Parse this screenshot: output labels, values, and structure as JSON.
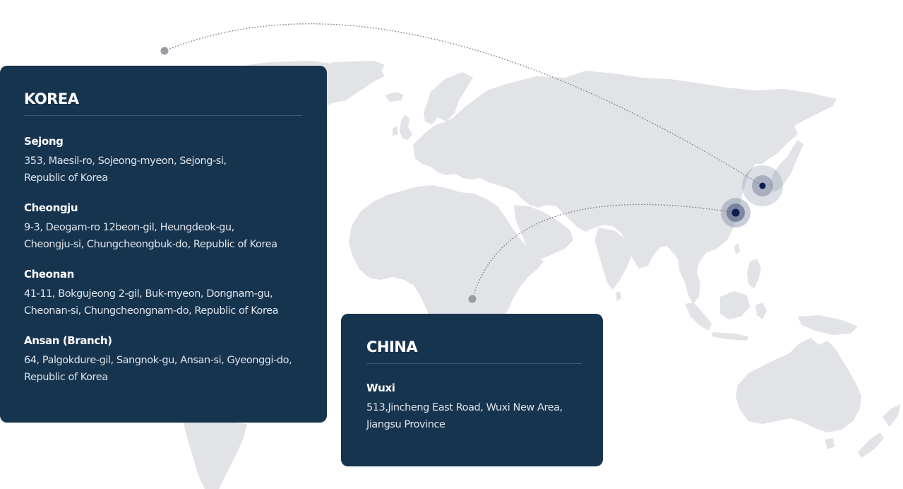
{
  "colors": {
    "card_background": "#17344f",
    "land": "#e2e3e7",
    "connector": "#888888",
    "marker_core": "#0c1e4f",
    "marker_halo": "#7f879f"
  },
  "korea": {
    "title": "KOREA",
    "offices": [
      {
        "name": "Sejong",
        "address_line1": "353, Maesil-ro, Sojeong-myeon, Sejong-si,",
        "address_line2": "Republic of Korea"
      },
      {
        "name": "Cheongju",
        "address_line1": "9-3, Deogam-ro 12beon-gil, Heungdeok-gu,",
        "address_line2": "Cheongju-si, Chungcheongbuk-do, Republic of Korea"
      },
      {
        "name": "Cheonan",
        "address_line1": "41-11, Bokgujeong 2-gil, Buk-myeon, Dongnam-gu,",
        "address_line2": "Cheonan-si, Chungcheongnam-do, Republic of Korea"
      },
      {
        "name": "Ansan (Branch)",
        "address_line1": "64, Palgokdure-gil, Sangnok-gu, Ansan-si, Gyeonggi-do,",
        "address_line2": "Republic of Korea"
      }
    ]
  },
  "china": {
    "title": "CHINA",
    "offices": [
      {
        "name": "Wuxi",
        "address_line1": "513,Jincheng East Road, Wuxi New Area,",
        "address_line2": "Jiangsu Province"
      }
    ]
  }
}
